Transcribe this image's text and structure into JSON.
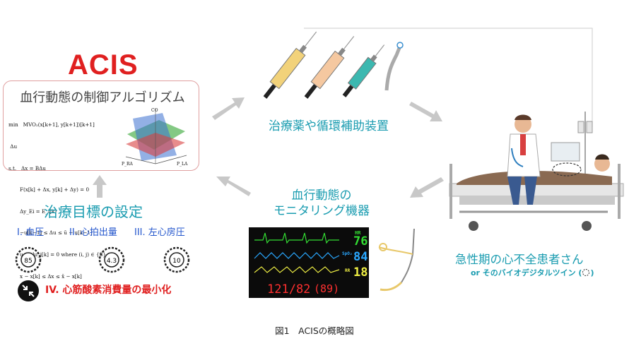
{
  "acis_title": "ACIS",
  "algorithm": {
    "title": "血行動態の制御アルゴリズム",
    "math_lines": [
      "min   MVO₂(x[k+1], y[k+1])[k+1]",
      " Δu",
      "s.t.   Δx = BΔu",
      "       F(x[k] + Δx, y[k] + Δy) = 0",
      "       Δy_Ei = E_i[k]",
      "       −u[k−1] ≤ Δu ≤ ū − u[k−1]",
      "       u_i[k]u_j[k] = 0 where (i, j) ∈ {S}",
      "       x − x[k] ≤ Δx ≤ x̄ − x[k]"
    ],
    "plot_labels": {
      "top": "CO",
      "left": "P_RA",
      "right": "P_LA"
    }
  },
  "goals": {
    "title": "治療目標の設定",
    "items": [
      {
        "label": "I. 血圧",
        "value": "85"
      },
      {
        "label": "II. 心拍出量",
        "value": "4.3"
      },
      {
        "label": "III. 左心房圧",
        "value": "10"
      }
    ],
    "item4": "IV. 心筋酸素消費量の最小化"
  },
  "treatment": {
    "title": "治療薬や循環補助装置"
  },
  "monitoring": {
    "title_line1": "血行動態の",
    "title_line2": "モニタリング機器",
    "monitor": {
      "hr": "76",
      "spo2": "84",
      "rr": "18",
      "bp": "121/82",
      "map": "(89)",
      "labels": {
        "hr": "HR",
        "spo2": "SpO₂",
        "rr": "RR"
      }
    }
  },
  "patient": {
    "label": "急性期の心不全患者さん",
    "sub": "or そのバイオデジタルツイン ("
  },
  "caption": "図1　ACISの概略図",
  "colors": {
    "red": "#e02020",
    "teal": "#1a9cb0",
    "blue": "#2255cc",
    "arrow": "#c8c8c8"
  }
}
